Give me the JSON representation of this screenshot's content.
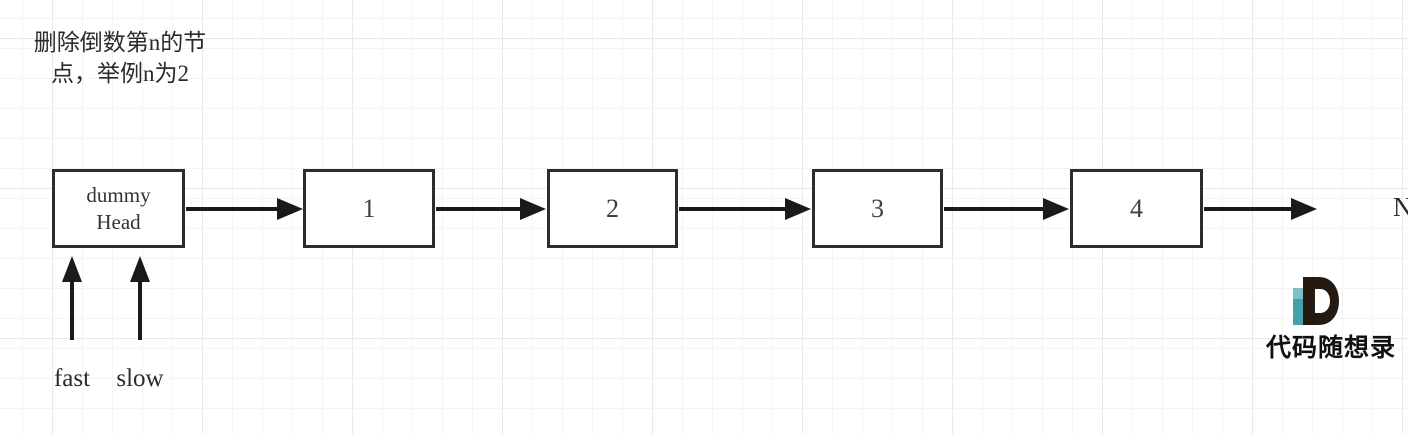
{
  "title": "删除倒数第n的节\n点，举例n为2",
  "list": {
    "nodes": [
      {
        "label": "dummy\nHead"
      },
      {
        "label": "1"
      },
      {
        "label": "2"
      },
      {
        "label": "3"
      },
      {
        "label": "4"
      }
    ],
    "tail_label": "N"
  },
  "pointers": {
    "fast_label": "fast",
    "slow_label": "slow"
  },
  "logo": {
    "text": "代码随想录",
    "dark_color": "#241a12",
    "teal_color": "#44a0aa",
    "teal_light_color": "#7fc0c4"
  },
  "colors": {
    "line": "#1a1a1a",
    "box_border": "#2d2d2d",
    "grid_minor": "#f4f4f4",
    "grid_major": "#e9e9e9"
  }
}
